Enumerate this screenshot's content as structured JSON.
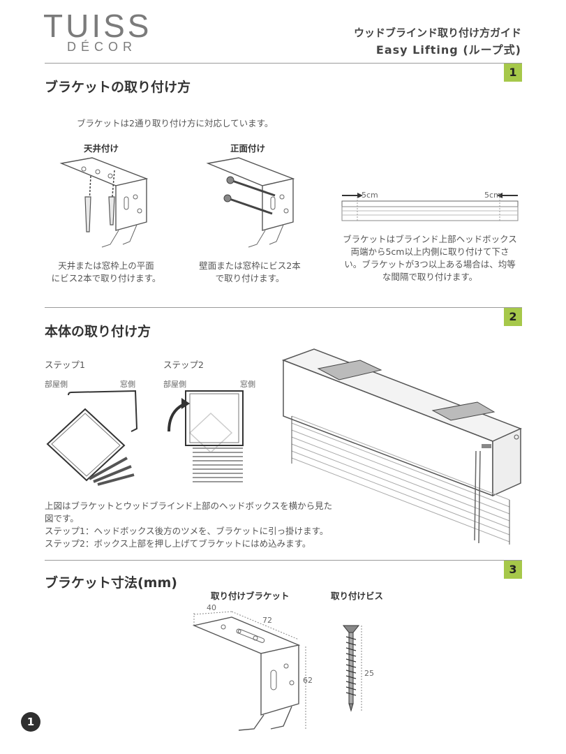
{
  "brand": {
    "main": "TUISS",
    "sub": "DÉCOR"
  },
  "header": {
    "title": "ウッドブラインド取り付け方ガイド",
    "subtitle": "Easy Lifting (ループ式)"
  },
  "section1": {
    "number": "1",
    "title": "ブラケットの取り付け方",
    "intro": "ブラケットは2通り取り付け方に対応しています。",
    "ceiling": {
      "label": "天井付け",
      "desc_line1": "天井または窓枠上の平面",
      "desc_line2": "にビス2本で取り付けます。"
    },
    "front": {
      "label": "正面付け",
      "desc_line1": "壁面または窓枠にビス2本",
      "desc_line2": "で取り付けます。"
    },
    "diagram": {
      "left_measure": "5cm",
      "right_measure": "5cm"
    },
    "note_lines": [
      "ブラケットはブラインド上部ヘッドボックス",
      "両端から5cm以上内側に取り付けて下さ",
      "い。ブラケットが3つ以上ある場合は、均等",
      "な間隔で取り付けます。"
    ]
  },
  "section2": {
    "number": "2",
    "title": "本体の取り付け方",
    "step1": {
      "label": "ステップ1",
      "room_side": "部屋側",
      "window_side": "窓側"
    },
    "step2": {
      "label": "ステップ2",
      "room_side": "部屋側",
      "window_side": "窓側"
    },
    "desc_lines": [
      "上図はブラケットとウッドブラインド上部のヘッドボックスを横から見た",
      "図です。",
      "ステップ1：ヘッドボックス後方のツメを、ブラケットに引っ掛けます。",
      "ステップ2：ボックス上部を押し上げてブラケットにはめ込みます。"
    ]
  },
  "section3": {
    "number": "3",
    "title": "ブラケット寸法(mm)",
    "bracket": {
      "label": "取り付けブラケット",
      "dim_depth": "40",
      "dim_width": "72",
      "dim_height": "62"
    },
    "screw": {
      "label": "取り付けビス",
      "dim_length": "25"
    }
  },
  "page_number": "1",
  "colors": {
    "accent": "#a6c84a",
    "text": "#333333",
    "rule": "#9a9a9a",
    "logo": "#7b7b7b"
  }
}
